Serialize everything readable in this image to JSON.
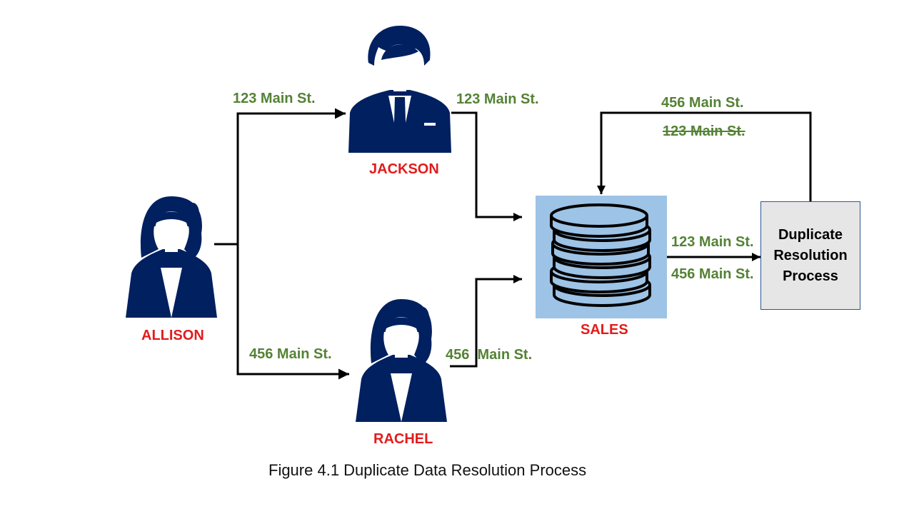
{
  "colors": {
    "person": "#002060",
    "edge_label": "#548235",
    "person_label": "#e31b1b",
    "database_bg": "#9dc3e6",
    "process_bg": "#e7e6e6",
    "process_border": "#2f5597",
    "line": "#000000"
  },
  "icons": {
    "allison": "female-person-icon",
    "jackson": "male-person-with-tie-icon",
    "rachel": "female-person-icon",
    "sales": "database-stack-icon"
  },
  "nodes": {
    "allison": {
      "label": "ALLISON"
    },
    "jackson": {
      "label": "JACKSON"
    },
    "rachel": {
      "label": "RACHEL"
    },
    "sales": {
      "label": "SALES"
    },
    "process": {
      "label": "Duplicate\nResolution\nProcess"
    }
  },
  "edges": {
    "allison_to_jackson": "123 Main St.",
    "allison_to_rachel": "456 Main St.",
    "jackson_to_sales": "123 Main St.",
    "rachel_to_sales": "456  Main St.",
    "sales_to_process_a": "123 Main St.",
    "sales_to_process_b": "456 Main St.",
    "process_to_sales_kept": "456 Main St.",
    "process_to_sales_removed": "123 Main St."
  },
  "caption": "Figure 4.1 Duplicate Data Resolution Process"
}
